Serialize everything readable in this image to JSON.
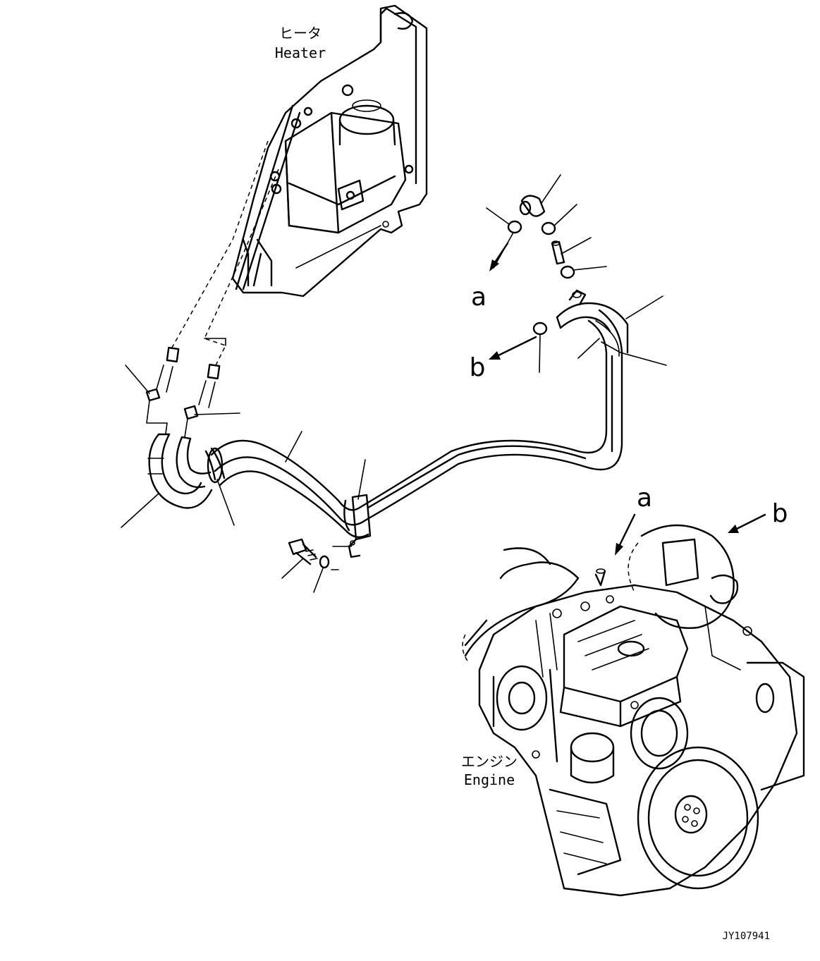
{
  "labels": {
    "heater_jp": "ヒータ",
    "heater_en": "Heater",
    "engine_jp": "エンジン",
    "engine_en": "Engine",
    "ref_a_top": "a",
    "ref_b_top": "b",
    "ref_a_engine": "a",
    "ref_b_engine": "b",
    "drawing_id": "JY107941"
  }
}
